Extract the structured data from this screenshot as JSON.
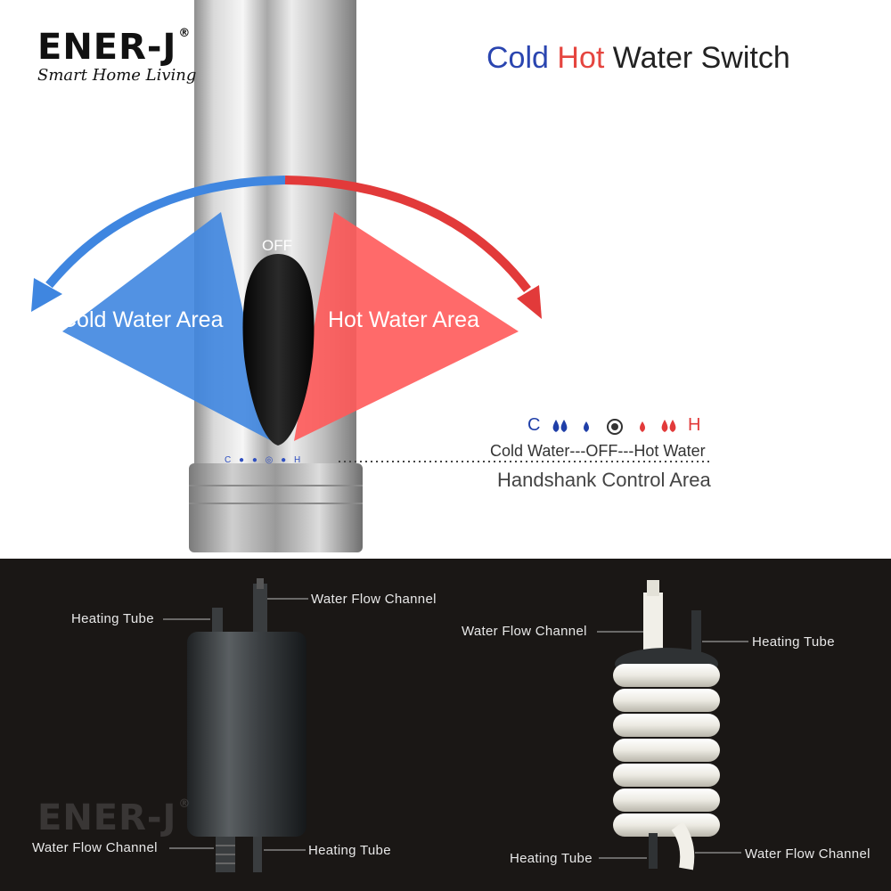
{
  "brand": {
    "logo": "ENER-J",
    "registered": "®",
    "tagline": "Smart Home Living"
  },
  "title": {
    "cold": "Cold",
    "hot": "Hot",
    "rest": "Water Switch"
  },
  "faucet": {
    "off_label": "OFF",
    "mini_scale": "C ● ● ◎ ● H"
  },
  "areas": {
    "cold": "Cold Water Area",
    "hot": "Hot Water Area"
  },
  "control": {
    "c": "C",
    "h": "H",
    "scale_line": "Cold Water---OFF---Hot Water",
    "caption": "Handshank Control Area"
  },
  "diagram_left": {
    "heating_tube_top": "Heating Tube",
    "water_flow_top": "Water Flow Channel",
    "water_flow_bottom": "Water Flow Channel",
    "heating_tube_bottom": "Heating Tube"
  },
  "diagram_right": {
    "water_flow_top": "Water Flow Channel",
    "heating_tube_top": "Heating Tube",
    "heating_tube_bottom": "Heating Tube",
    "water_flow_bottom": "Water Flow Channel"
  },
  "watermark": {
    "logo": "ENER-J",
    "registered": "®"
  },
  "colors": {
    "cold": "#1f3fa8",
    "hot": "#e23a3a",
    "cold_area": "#3f86e0",
    "hot_area": "#ff5a5a",
    "logo_accent": "#3aa34a"
  }
}
